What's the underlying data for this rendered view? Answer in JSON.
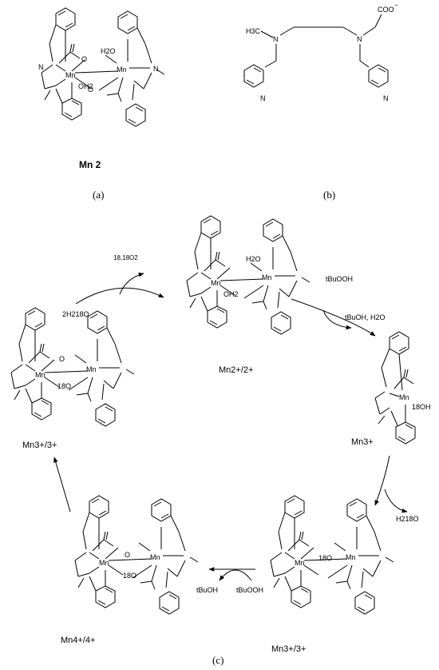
{
  "panels": {
    "a": "(a)",
    "b": "(b)",
    "c": "(c)"
  },
  "compound_label": "Mn 2",
  "ligand": {
    "methyl": "H3C",
    "carboxylate": "COO",
    "charge": "−"
  },
  "atoms": {
    "mn": "Mn",
    "n": "N",
    "o": "O",
    "water": "H2O",
    "water_b": "OH2",
    "o18": "18O",
    "oh18": "18OH"
  },
  "states": {
    "mn22": "Mn2+/2+",
    "mn3": "Mn3+",
    "mn33_bottom": "Mn3+/3+",
    "mn44": "Mn4+/4+",
    "mn33_left": "Mn3+/3+"
  },
  "reagents": {
    "water_in": "2H218O",
    "o2_out": "18,18O2",
    "tbuooh_top": "tBuOOH",
    "tbuoh_h2o": "tBuOH, H2O",
    "water_out": "H218O",
    "tbuooh_bottom": "tBuOOH",
    "tbuoh_bottom": "tBuOH"
  }
}
